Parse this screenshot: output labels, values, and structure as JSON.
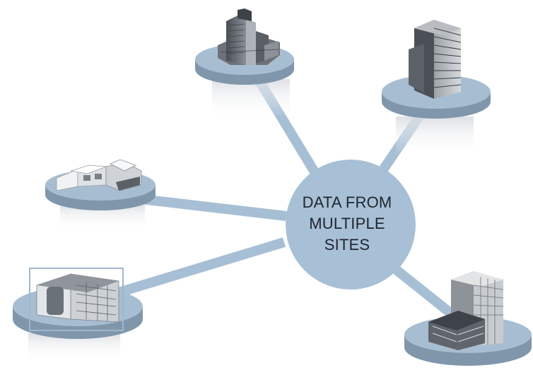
{
  "diagram": {
    "center_label_lines": [
      "DATA FROM",
      "MULTIPLE",
      "SITES"
    ],
    "sites": [
      {
        "id": "site-top",
        "building": "tower-complex"
      },
      {
        "id": "site-top-right",
        "building": "glass-office-tower"
      },
      {
        "id": "site-left",
        "building": "low-rise-house"
      },
      {
        "id": "site-bottom-left",
        "building": "office-block-selected"
      },
      {
        "id": "site-bottom-right",
        "building": "high-rise-with-parking"
      }
    ],
    "colors": {
      "hub": "#a8c0d6",
      "connector": "#a7bfd5",
      "platform_top": "#a7bdd2",
      "platform_side": "#7f96ab",
      "selection_box": "#9fb6cc",
      "label_text": "#1e2530"
    }
  }
}
